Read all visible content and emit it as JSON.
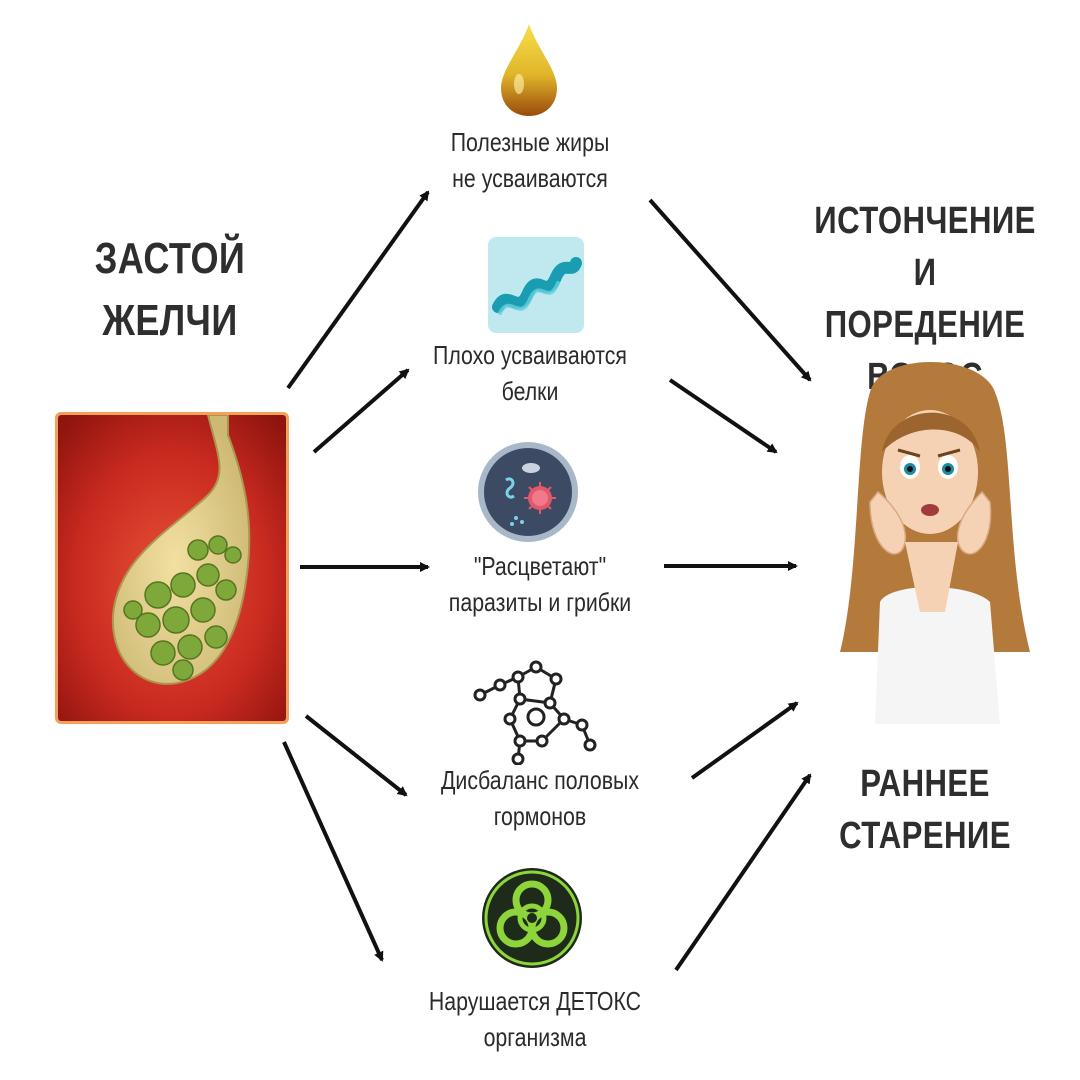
{
  "cause": {
    "line1": "ЗАСТОЙ",
    "line2": "ЖЕЛЧИ"
  },
  "effects": {
    "hair": {
      "line1": "ИСТОНЧЕНИЕ",
      "line2": "И ПОРЕДЕНИЕ",
      "line3": "ВОЛОС"
    },
    "aging": {
      "line1": "РАННЕЕ",
      "line2": "СТАРЕНИЕ"
    }
  },
  "mechanisms": [
    {
      "line1": "Полезные жиры",
      "line2": "не усваиваются",
      "icon": "oil-drop-icon"
    },
    {
      "line1": "Плохо усваиваются",
      "line2": "белки",
      "icon": "protein-helix-icon"
    },
    {
      "line1": "\"Расцветают\"",
      "line2": "паразиты и грибки",
      "icon": "microbes-icon"
    },
    {
      "line1": "Дисбаланс половых",
      "line2": "гормонов",
      "icon": "molecule-icon"
    },
    {
      "line1": "Нарушается ДЕТОКС",
      "line2": "организма",
      "icon": "biohazard-icon"
    }
  ],
  "colors": {
    "text": "#2e2e2e",
    "arrow": "#111111",
    "photo_border": "#f3a15a",
    "drop_top": "#f2d33a",
    "drop_bottom": "#b0600e",
    "helix": "#35b6c8",
    "biohazard": "#8ed43b"
  }
}
